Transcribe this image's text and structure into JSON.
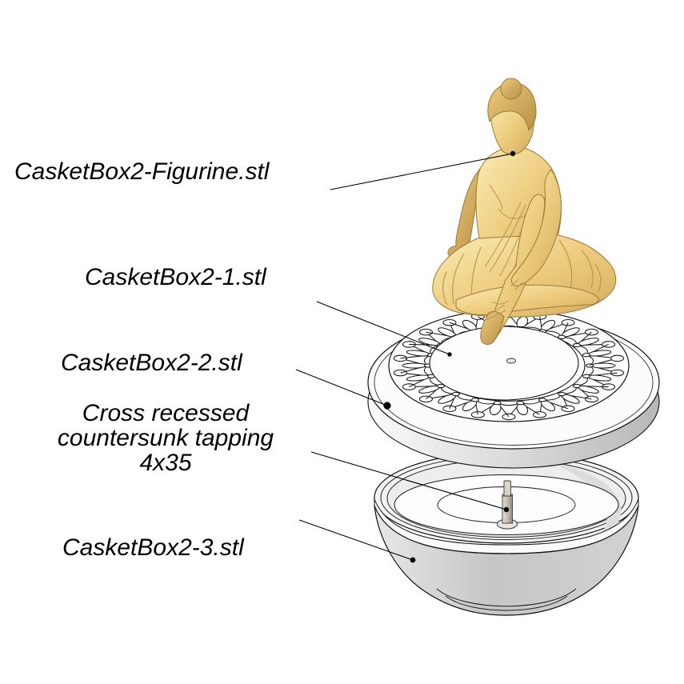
{
  "labels": {
    "figurine": "CasketBox2-Figurine.stl",
    "part1": "CasketBox2-1.stl",
    "part2": "CasketBox2-2.stl",
    "screw": [
      "Cross recessed",
      "countersunk tapping",
      "4x35"
    ],
    "part3": "CasketBox2-3.stl"
  },
  "colors": {
    "background": "#ffffff",
    "label_ink": "#000000",
    "line_ink": "#111111",
    "figurine_gold_light": "#f9ecb4",
    "figurine_gold": "#eecd80",
    "figurine_gold_dark": "#c59d52",
    "part_white": "#fcfcfc",
    "part_gray": "#c6c6c6",
    "screw_gray": "#d5cfc6"
  }
}
